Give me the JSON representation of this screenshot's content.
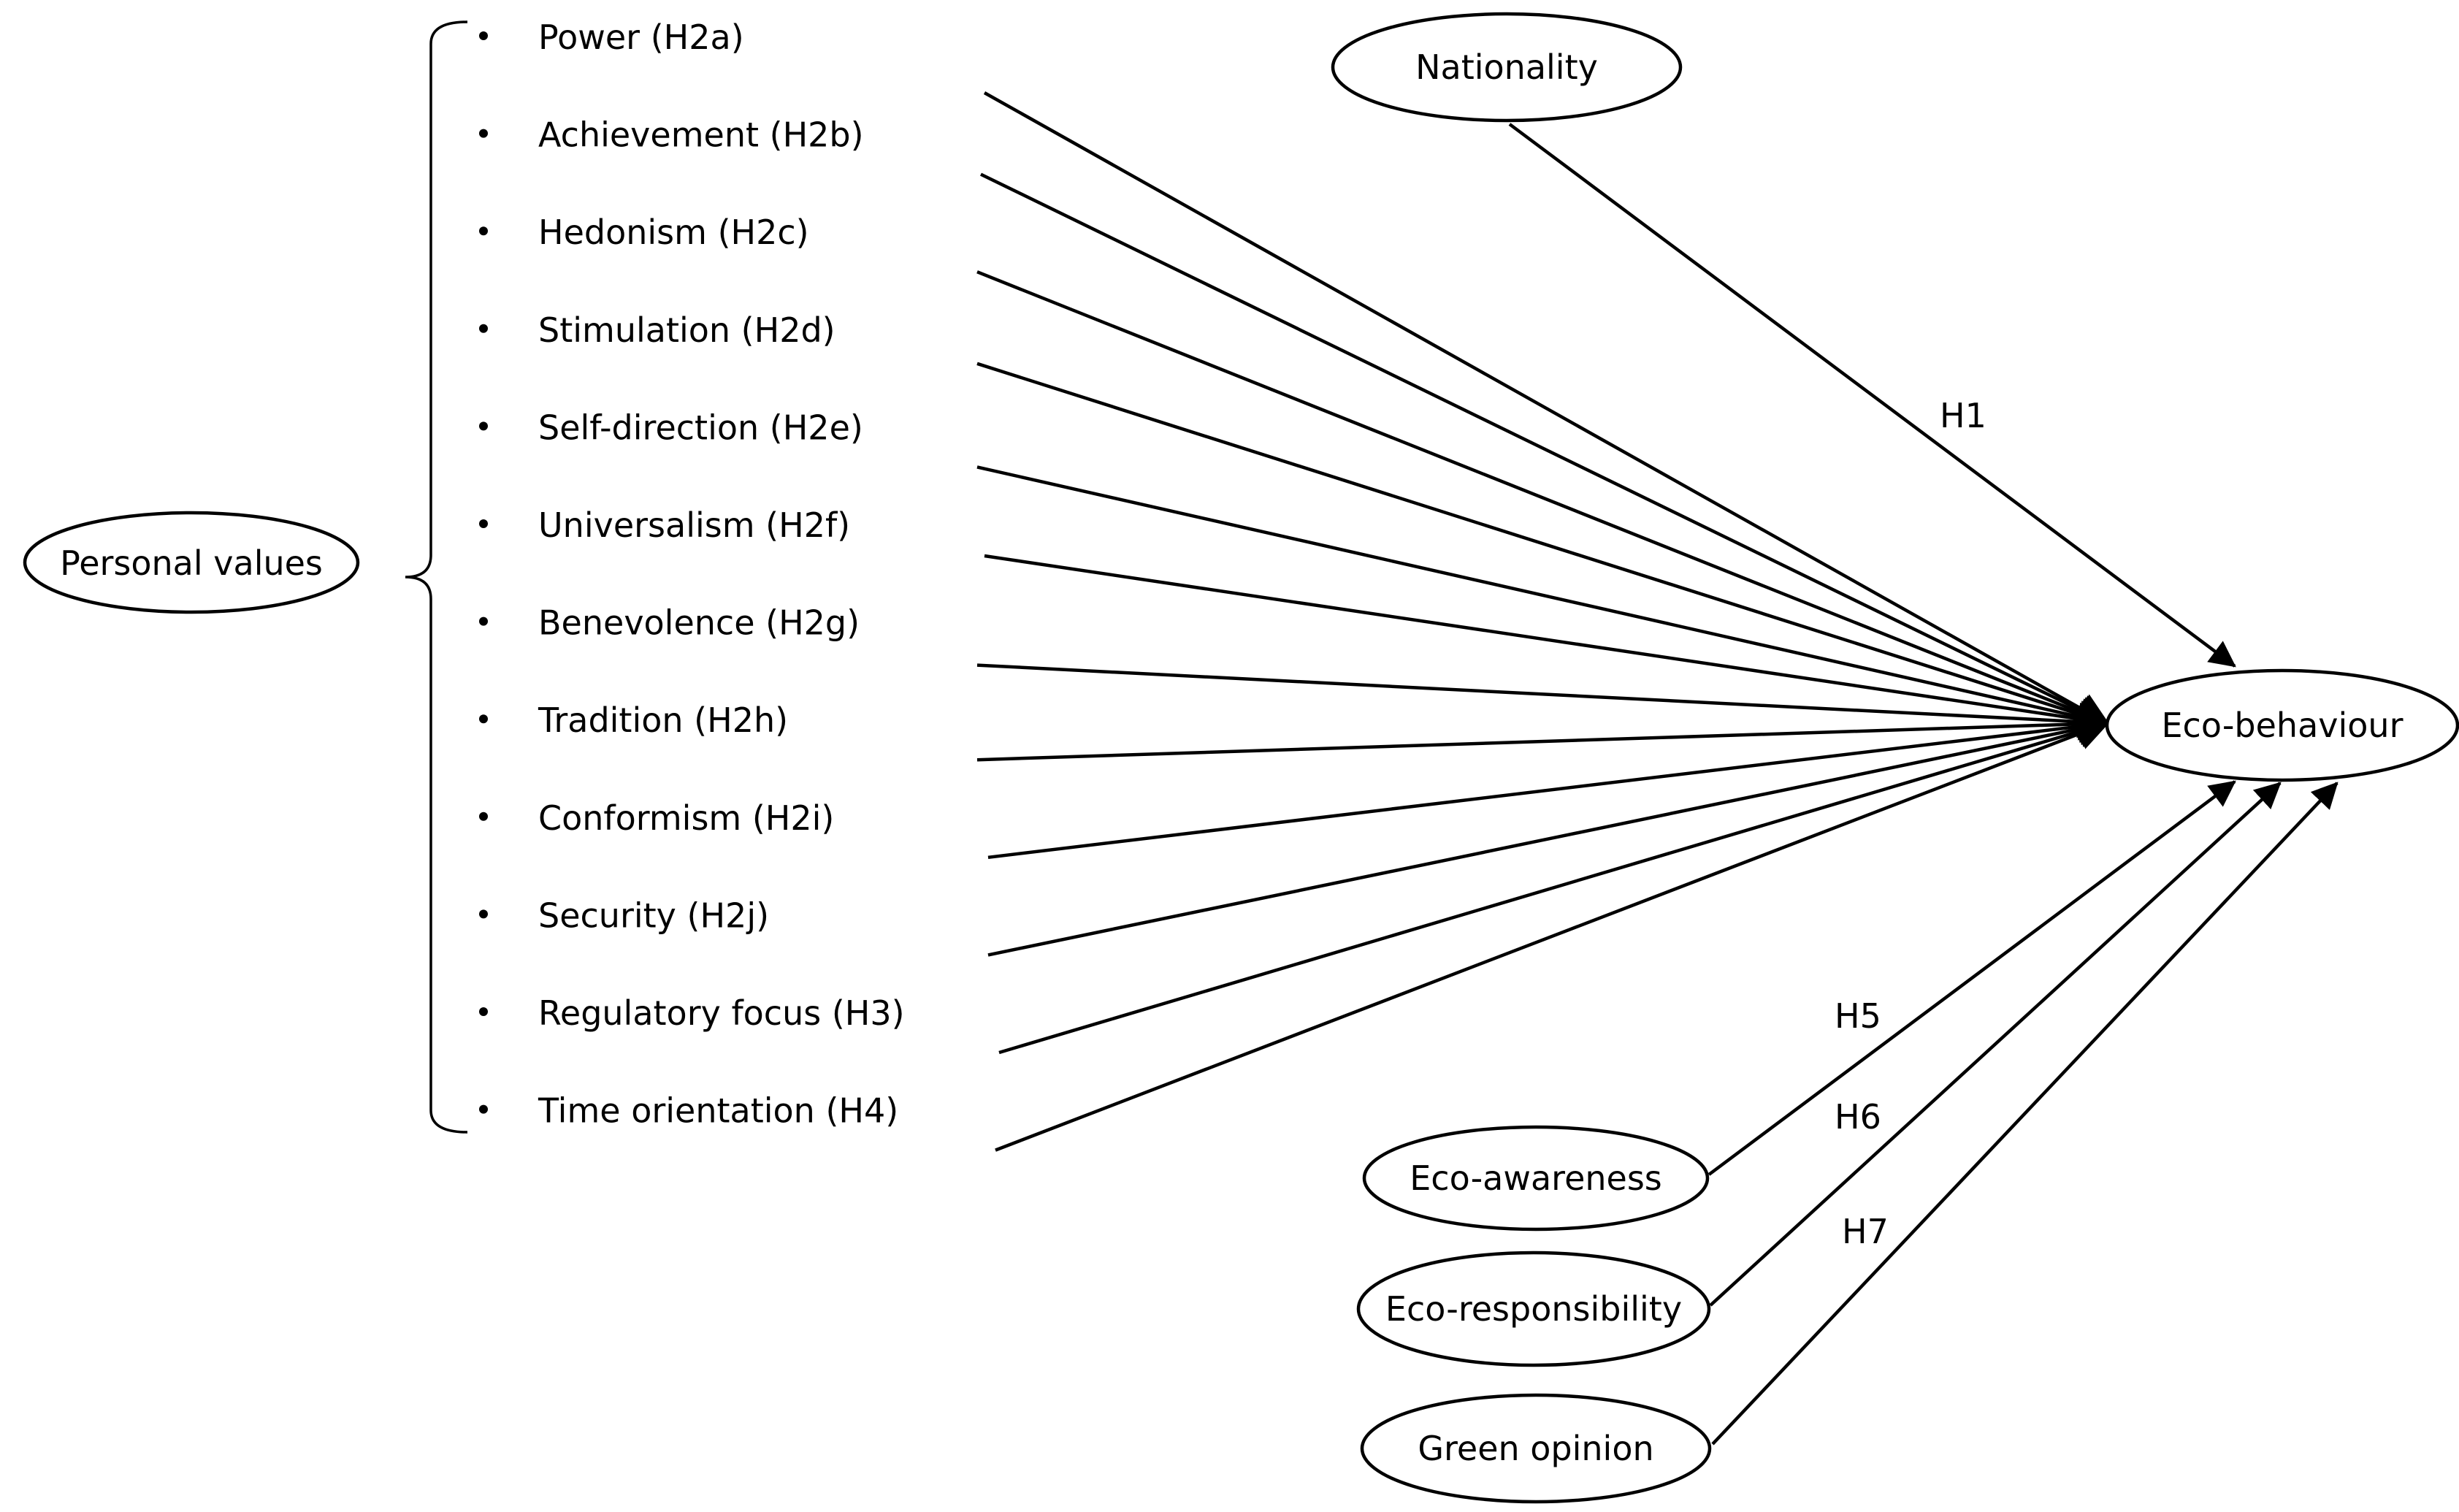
{
  "nodes": {
    "personal_values": "Personal values",
    "nationality": "Nationality",
    "eco_behaviour": "Eco-behaviour",
    "eco_awareness": "Eco-awareness",
    "eco_responsibility": "Eco-responsibility",
    "green_opinion": "Green opinion"
  },
  "values": [
    "Power (H2a)",
    "Achievement (H2b)",
    "Hedonism (H2c)",
    "Stimulation (H2d)",
    "Self-direction (H2e)",
    "Universalism (H2f)",
    "Benevolence (H2g)",
    "Tradition (H2h)",
    "Conformism (H2i)",
    "Security (H2j)",
    "Regulatory focus (H3)",
    "Time orientation (H4)"
  ],
  "hypotheses": {
    "nationality": "H1",
    "eco_awareness": "H5",
    "eco_responsibility": "H6",
    "green_opinion": "H7"
  },
  "colors": {
    "stroke": "#000000",
    "background": "#ffffff"
  }
}
